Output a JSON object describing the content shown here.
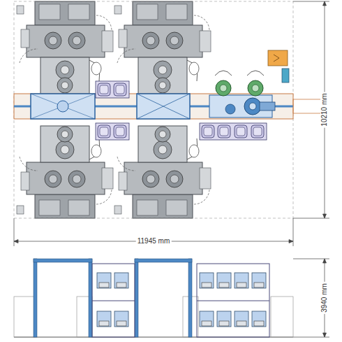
{
  "diagram": {
    "labels": [
      "11945 mm",
      "10210 mm",
      "3940 mm"
    ]
  }
}
